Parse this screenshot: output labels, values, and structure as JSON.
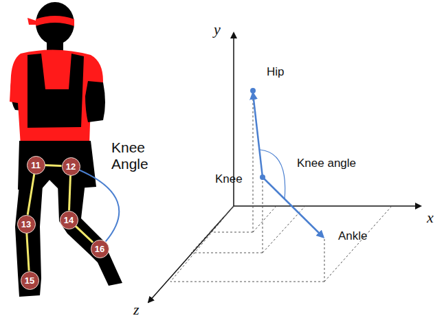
{
  "diagram": {
    "nodes": [
      {
        "text": [
          "11"
        ]
      },
      {
        "text": [
          "12"
        ]
      },
      {
        "text": [
          "13"
        ]
      },
      {
        "text": [
          "14"
        ]
      },
      {
        "text": [
          "16"
        ]
      },
      {
        "text": [
          "15"
        ]
      }
    ],
    "edges": [
      {
        "from": 0,
        "to": 1,
        "arrow": "none"
      },
      {
        "from": 0,
        "to": 2,
        "arrow": "none"
      },
      {
        "from": 2,
        "to": 5,
        "arrow": "none"
      },
      {
        "from": 1,
        "to": 3,
        "arrow": "none"
      },
      {
        "from": 3,
        "to": 4,
        "arrow": "none"
      },
      {
        "from": 1,
        "to": 4,
        "arrow": "none"
      }
    ],
    "labels": [
      "Knee Angle",
      "y",
      "x",
      "z",
      "Hip",
      "Knee",
      "Knee angle",
      "Ankle"
    ]
  }
}
